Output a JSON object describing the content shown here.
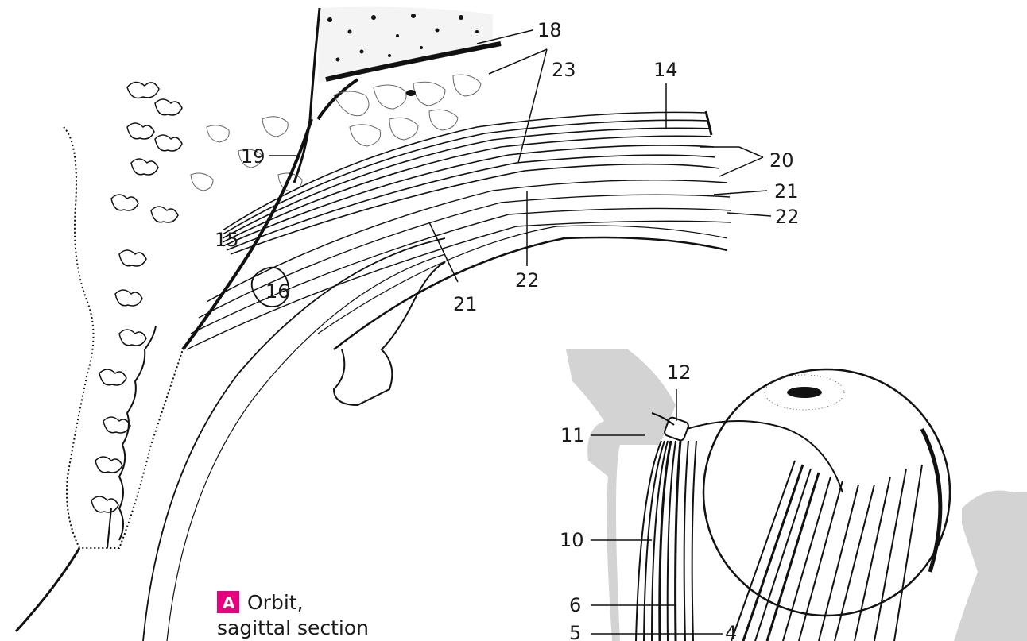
{
  "caption": {
    "badge": "A",
    "line1": "Orbit,",
    "line2": "sagittal section"
  },
  "colors": {
    "badge": "#e6007e",
    "bone_shading": "#d3d3d3",
    "ink": "#111111"
  },
  "labels": [
    {
      "id": "18",
      "text": "18"
    },
    {
      "id": "23",
      "text": "23"
    },
    {
      "id": "14",
      "text": "14"
    },
    {
      "id": "19",
      "text": "19"
    },
    {
      "id": "20",
      "text": "20"
    },
    {
      "id": "21a",
      "text": "21"
    },
    {
      "id": "22a",
      "text": "22"
    },
    {
      "id": "15",
      "text": "15"
    },
    {
      "id": "16",
      "text": "16"
    },
    {
      "id": "22b",
      "text": "22"
    },
    {
      "id": "21b",
      "text": "21"
    },
    {
      "id": "12",
      "text": "12"
    },
    {
      "id": "11",
      "text": "11"
    },
    {
      "id": "10",
      "text": "10"
    },
    {
      "id": "6",
      "text": "6"
    },
    {
      "id": "5",
      "text": "5"
    },
    {
      "id": "4",
      "text": "4"
    }
  ]
}
